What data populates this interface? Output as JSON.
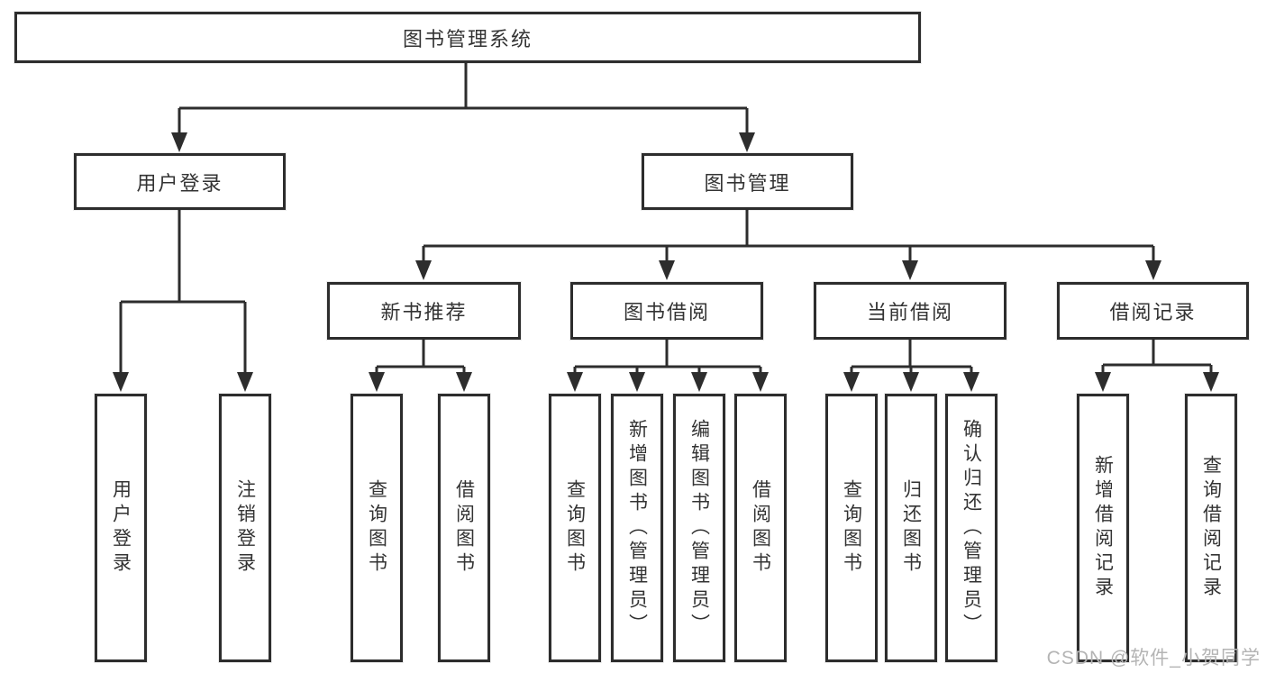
{
  "tree": {
    "root": {
      "label": "图书管理系统"
    },
    "branches": [
      {
        "label": "用户登录",
        "leaves": [
          {
            "label": "用户登录"
          },
          {
            "label": "注销登录"
          }
        ]
      },
      {
        "label": "图书管理",
        "groups": [
          {
            "label": "新书推荐",
            "leaves": [
              {
                "label": "查询图书"
              },
              {
                "label": "借阅图书"
              }
            ]
          },
          {
            "label": "图书借阅",
            "leaves": [
              {
                "label": "查询图书"
              },
              {
                "label": "新增图书（管理员）"
              },
              {
                "label": "编辑图书（管理员）"
              },
              {
                "label": "借阅图书"
              }
            ]
          },
          {
            "label": "当前借阅",
            "leaves": [
              {
                "label": "查询图书"
              },
              {
                "label": "归还图书"
              },
              {
                "label": "确认归还（管理员）"
              }
            ]
          },
          {
            "label": "借阅记录",
            "leaves": [
              {
                "label": "新增借阅记录"
              },
              {
                "label": "查询借阅记录"
              }
            ]
          }
        ]
      }
    ]
  },
  "watermark": {
    "text": "CSDN @软件_小贺同学"
  },
  "colors": {
    "line": "#2d2d2d",
    "text": "#333333",
    "watermark": "#b4b4b4",
    "background": "#ffffff"
  }
}
